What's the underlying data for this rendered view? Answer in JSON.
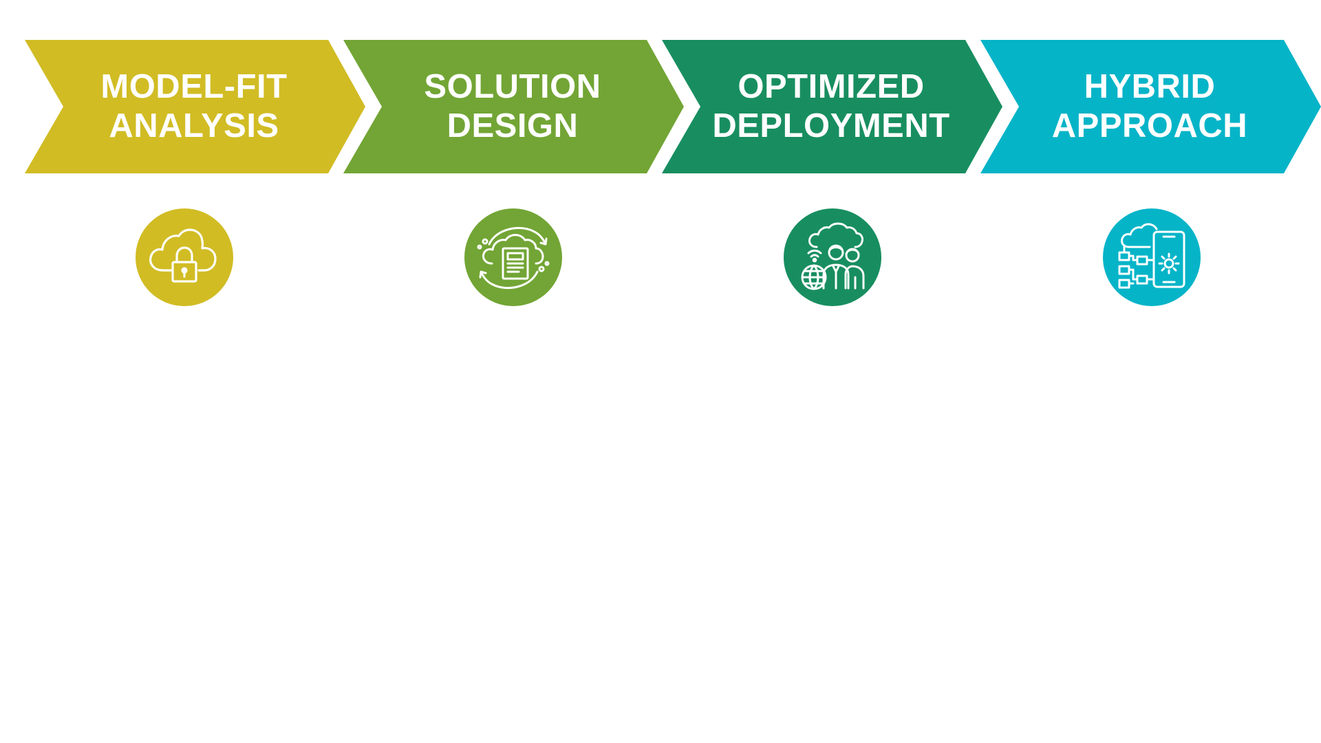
{
  "steps": [
    {
      "id": "model-fit-analysis",
      "title_line1": "MODEL-FIT",
      "title_line2": "ANALYSIS",
      "color": "#d1bc24",
      "icon": "cloud-lock-icon"
    },
    {
      "id": "solution-design",
      "title_line1": "SOLUTION",
      "title_line2": "DESIGN",
      "color": "#72a535",
      "icon": "cloud-document-sync-icon"
    },
    {
      "id": "optimized-deployment",
      "title_line1": "OPTIMIZED",
      "title_line2": "DEPLOYMENT",
      "color": "#188e60",
      "icon": "cloud-team-globe-icon"
    },
    {
      "id": "hybrid-approach",
      "title_line1": "HYBRID",
      "title_line2": "APPROACH",
      "color": "#06b4c8",
      "icon": "cloud-mobile-network-icon"
    }
  ],
  "text_color": "#ffffff",
  "background": "#ffffff"
}
